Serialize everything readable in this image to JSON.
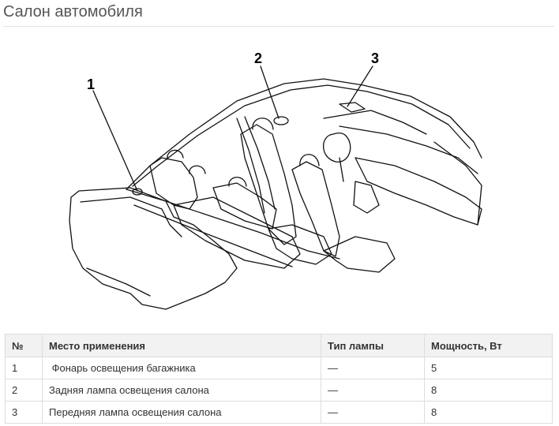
{
  "page": {
    "title": "Салон автомобиля"
  },
  "figure": {
    "callouts": [
      {
        "label": "1"
      },
      {
        "label": "2"
      },
      {
        "label": "3"
      }
    ]
  },
  "table": {
    "headers": [
      "№",
      "Место применения",
      "Тип лампы",
      "Мощность, Вт"
    ],
    "rows": [
      {
        "num": "1",
        "place": " Фонарь освещения багажника",
        "type": "—",
        "power": "5"
      },
      {
        "num": "2",
        "place": "Задняя лампа освещения салона",
        "type": "—",
        "power": "8"
      },
      {
        "num": "3",
        "place": "Передняя лампа освещения салона",
        "type": "—",
        "power": "8"
      }
    ]
  }
}
